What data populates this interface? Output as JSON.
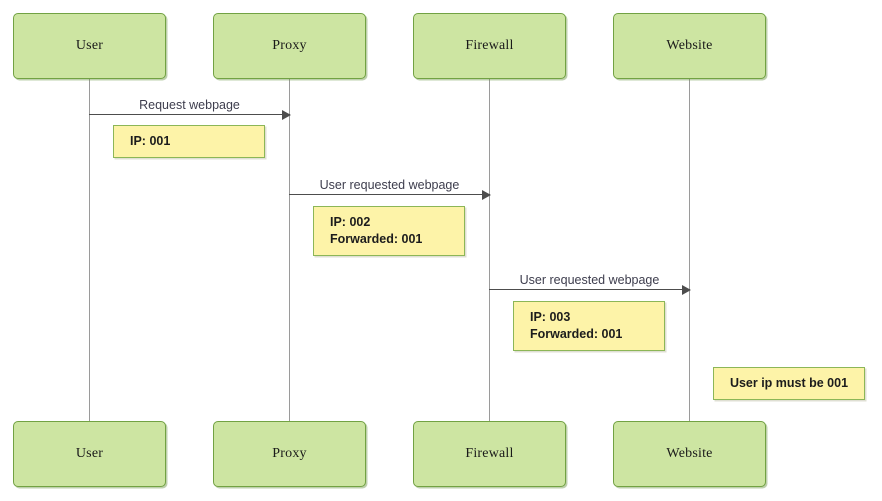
{
  "diagram": {
    "type": "sequence-diagram",
    "title": "",
    "colors": {
      "participant_fill": "#cde5a2",
      "participant_border": "#72a243",
      "note_fill": "#fdf3a8",
      "note_border": "#8cb657",
      "lifeline": "#9a9a9a",
      "arrow": "#4d4d4d",
      "label_text": "#3d3d4d",
      "background": "#ffffff"
    }
  },
  "participants": [
    {
      "id": "user",
      "label": "User"
    },
    {
      "id": "proxy",
      "label": "Proxy"
    },
    {
      "id": "firewall",
      "label": "Firewall"
    },
    {
      "id": "website",
      "label": "Website"
    }
  ],
  "participants_bottom": [
    {
      "id": "user-bottom",
      "label": "User"
    },
    {
      "id": "proxy-bottom",
      "label": "Proxy"
    },
    {
      "id": "firewall-bottom",
      "label": "Firewall"
    },
    {
      "id": "website-bottom",
      "label": "Website"
    }
  ],
  "messages": [
    {
      "id": "m1",
      "from": "user",
      "to": "proxy",
      "label": "Request webpage"
    },
    {
      "id": "m2",
      "from": "proxy",
      "to": "firewall",
      "label": "User requested webpage"
    },
    {
      "id": "m3",
      "from": "firewall",
      "to": "website",
      "label": "User requested webpage"
    }
  ],
  "notes": [
    {
      "id": "n1",
      "attached_to": "m1",
      "lines": [
        "IP: 001"
      ]
    },
    {
      "id": "n2",
      "attached_to": "m2",
      "lines": [
        "IP: 002",
        "Forwarded: 001"
      ]
    },
    {
      "id": "n3",
      "attached_to": "m3",
      "lines": [
        "IP: 003",
        "Forwarded: 001"
      ]
    },
    {
      "id": "n4",
      "attached_to": "website",
      "lines": [
        "User ip must be 001"
      ]
    }
  ]
}
